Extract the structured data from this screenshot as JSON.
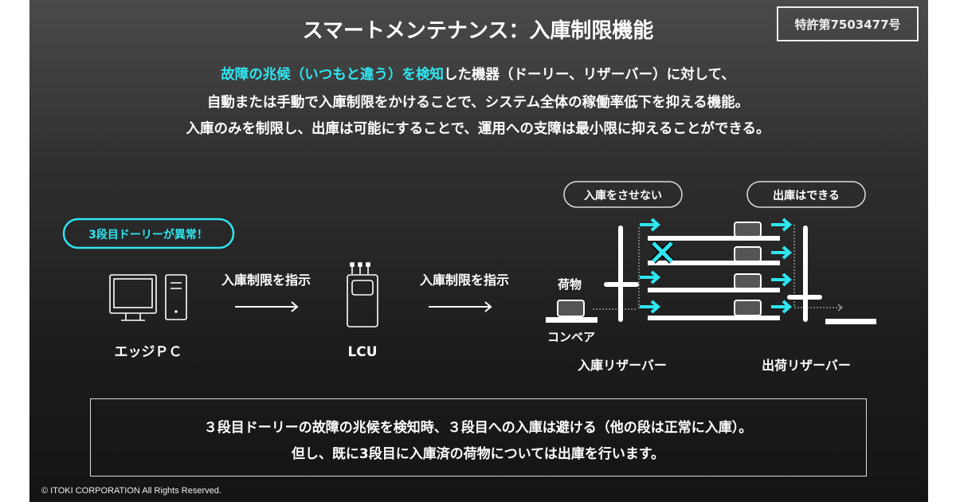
{
  "title": "スマートメンテナンス：入庫制限機能",
  "patent": "特許第7503477号",
  "intro": {
    "line1_highlight": "故障の兆候（いつもと違う）を検知",
    "line1_rest": "した機器（ドーリー、リザーバー）に対して、",
    "line2": "自動または手動で入庫制限をかけることで、システム全体の稼働率低下を抑える機能。",
    "line3": "入庫のみを制限し、出庫は可能にすることで、運用への支障は最小限に抑えることができる。"
  },
  "diagram": {
    "alert": "3段目ドーリーが異常！",
    "edge_pc": "エッジＰＣ",
    "lcu": "LCU",
    "instruction1": "入庫制限を指示",
    "instruction2": "入庫制限を指示",
    "no_entry_label": "入庫をさせない",
    "exit_ok_label": "出庫はできる",
    "cargo": "荷物",
    "conveyor": "コンベア",
    "entry_reserver": "入庫リザーバー",
    "exit_reserver": "出荷リザーバー"
  },
  "note": {
    "line1": "３段目ドーリーの故障の兆候を検知時、３段目への入庫は避ける（他の段は正常に入庫）。",
    "line2": "但し、既に3段目に入庫済の荷物については出庫を行います。"
  },
  "copyright": "© ITOKI CORPORATION All Rights Reserved.",
  "colors": {
    "accent": "#2ee6f0",
    "background": "#1c1c1c"
  }
}
